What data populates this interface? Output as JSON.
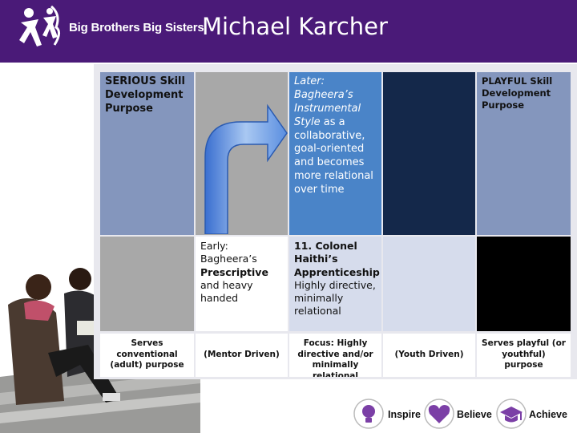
{
  "header": {
    "brand": "Big Brothers Big Sisters",
    "title": "Michael Karcher"
  },
  "grid": {
    "serious": "SERIOUS Skill Development Purpose",
    "later": "Later: Bagheera’s Instrumental Style as a collaborative, goal-oriented and becomes more relational over time",
    "later_italic": "Later: Bagheera’s Instrumental Style",
    "later_rest": " as a collaborative, goal-oriented and becomes more relational over time",
    "playful": "PLAYFUL Skill Development Purpose",
    "early_prefix": "Early: Bagheera’s ",
    "early_bold": "Prescriptive",
    "early_rest": " and heavy handed",
    "colonel_bold": "11. Colonel Haithi’s Apprenticeship",
    "colonel_rest": "Highly directive, minimally relational",
    "foot_conventional": "Serves conventional (adult) purpose",
    "foot_mentor": "(Mentor Driven)",
    "foot_focus_bold": "Focus:",
    "foot_focus_rest": " Highly directive and/or minimally relational",
    "foot_youth": "(Youth Driven)",
    "foot_playful": "Serves playful (or youthful) purpose"
  },
  "footer": {
    "inspire": "Inspire",
    "believe": "Believe",
    "achieve": "Achieve"
  },
  "colors": {
    "brand_purple": "#4a1a78",
    "serious_blue": "#8496bd",
    "later_blue": "#4a84c8",
    "dark_navy": "#14284a",
    "light_lavender": "#d6dcec",
    "gray": "#a8a8a8",
    "black": "#000000",
    "icon_purple": "#7b3fa6"
  }
}
